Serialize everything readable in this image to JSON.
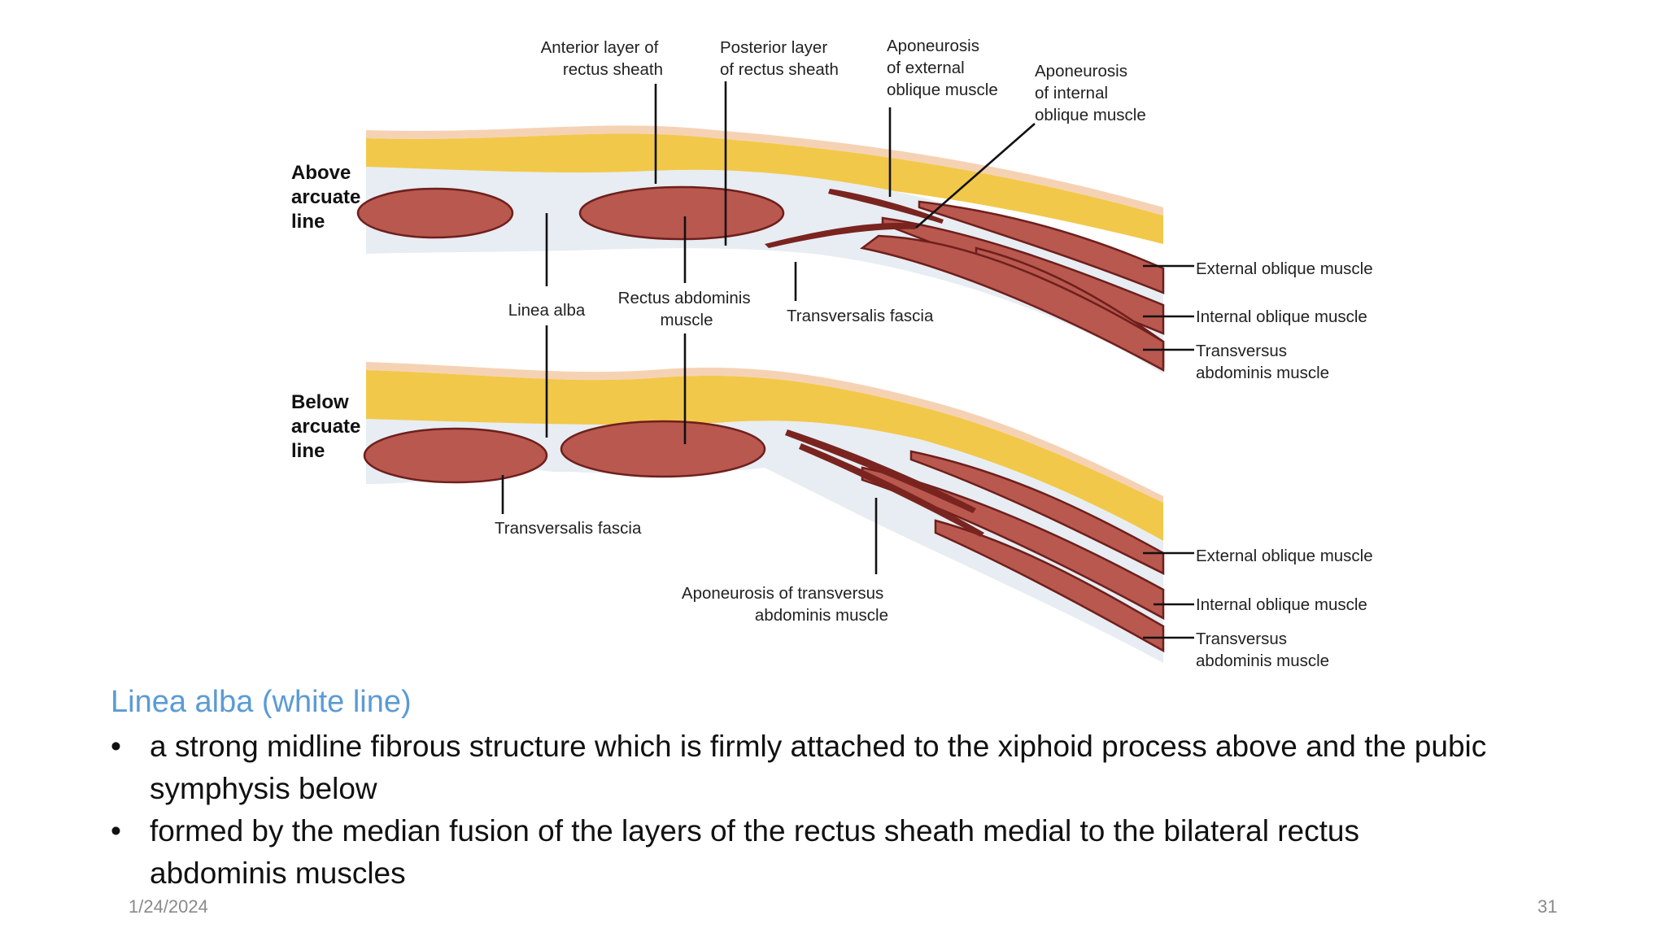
{
  "figure": {
    "section_labels": {
      "above": [
        "Above",
        "arcuate",
        "line"
      ],
      "below": [
        "Below",
        "arcuate",
        "line"
      ]
    },
    "labels": {
      "anterior_layer": [
        "Anterior layer of",
        "rectus sheath"
      ],
      "posterior_layer": [
        "Posterior layer",
        "of rectus sheath"
      ],
      "apo_external": [
        "Aponeurosis",
        "of external",
        "oblique muscle"
      ],
      "apo_internal": [
        "Aponeurosis",
        "of internal",
        "oblique muscle"
      ],
      "linea_alba": "Linea alba",
      "rectus_abdominis": [
        "Rectus abdominis",
        "muscle"
      ],
      "transversalis_fascia_top": "Transversalis fascia",
      "external_oblique_top": "External oblique muscle",
      "internal_oblique_top": "Internal oblique muscle",
      "transversus_top": [
        "Transversus",
        "abdominis muscle"
      ],
      "transversalis_fascia_bottom": "Transversalis fascia",
      "apo_transversus": [
        "Aponeurosis of transversus",
        "abdominis muscle"
      ],
      "external_oblique_bottom": "External oblique muscle",
      "internal_oblique_bottom": "Internal oblique muscle",
      "transversus_bottom": [
        "Transversus",
        "abdominis muscle"
      ]
    },
    "colors": {
      "fat": "#f2c84a",
      "skin": "#f6d2b4",
      "muscle": "#b8584f",
      "fascia": "#e7edf2"
    }
  },
  "text": {
    "heading": "Linea alba (white line)",
    "bullet_char": "•",
    "bullets": [
      "a strong midline fibrous structure which is firmly attached to the xiphoid process above and the pubic symphysis below",
      "formed by the median fusion of the layers of the rectus sheath medial to the bilateral rectus abdominis muscles"
    ]
  },
  "footer": {
    "date": "1/24/2024",
    "page_number": "31"
  }
}
